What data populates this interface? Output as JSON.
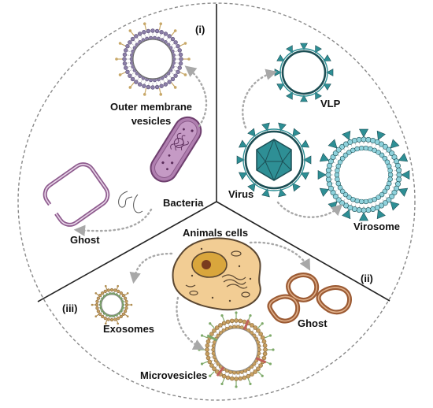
{
  "sections": {
    "i": {
      "numeral": "(i)",
      "labels": {
        "omv_line1": "Outer membrane",
        "omv_line2": "vesicles",
        "bacteria": "Bacteria",
        "ghost": "Ghost"
      }
    },
    "ii": {
      "numeral": "(ii)",
      "labels": {
        "vlp": "VLP",
        "virus": "Virus",
        "virosome": "Virosome"
      }
    },
    "iii": {
      "numeral": "(iii)",
      "labels": {
        "animal_cells": "Animals cells",
        "exosomes": "Exosomes",
        "microvesicles": "Microvesicles",
        "ghost": "Ghost"
      }
    }
  },
  "colors": {
    "circle_border": "#8a8a8a",
    "divider": "#222222",
    "arrow": "#a8a8a8",
    "bacteria_fill": "#b07fb0",
    "bacteria_stroke": "#6e3f6e",
    "bacterial_ghost": "#8e5b8e",
    "virus_teal": "#2e8f95",
    "virus_dark": "#1c4f55",
    "virosome_light": "#8fd2dc",
    "cell_fill": "#f2cd94",
    "cell_stroke": "#5a4630",
    "nucleus": "#d9a63c",
    "ghost_brown": "#9c5b34",
    "vesicle_gold": "#c8a062",
    "vesicle_green": "#7eaa6a",
    "vesicle_red": "#c0625b",
    "omv_purple": "#8c7fa8",
    "omv_gold": "#c8a868"
  }
}
